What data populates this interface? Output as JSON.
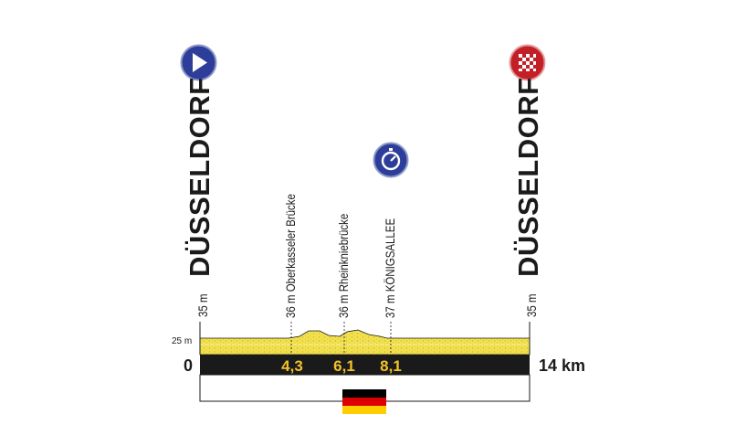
{
  "start": {
    "city": "DÜSSELDORF",
    "altitude": "35 m",
    "icon": "start-arrow-icon",
    "color": "#2d3e9a"
  },
  "finish": {
    "city": "DÜSSELDORF",
    "altitude": "35 m",
    "icon": "finish-checkered-flag-icon",
    "color": "#c21f26"
  },
  "waypoints": [
    {
      "label": "36 m Oberkasseler Brücke",
      "km": "4,3"
    },
    {
      "label": "36 m Rheinkniebrücke",
      "km": "6,1"
    },
    {
      "label": "37 m KÖNIGSALLEE",
      "km": "8,1",
      "icon": "stopwatch-icon"
    }
  ],
  "scale": {
    "altitude_ref": "25 m",
    "km_start": "0",
    "km_end": "14 km"
  },
  "country_flag": {
    "icon": "germany-flag-icon",
    "colors": [
      "#000000",
      "#dd0000",
      "#ffce00"
    ]
  },
  "colors": {
    "profile_fill": "#f2e14d",
    "profile_texture": "#c9b637",
    "road_band": "#1a1a1a",
    "km_text": "#f2c22a"
  }
}
